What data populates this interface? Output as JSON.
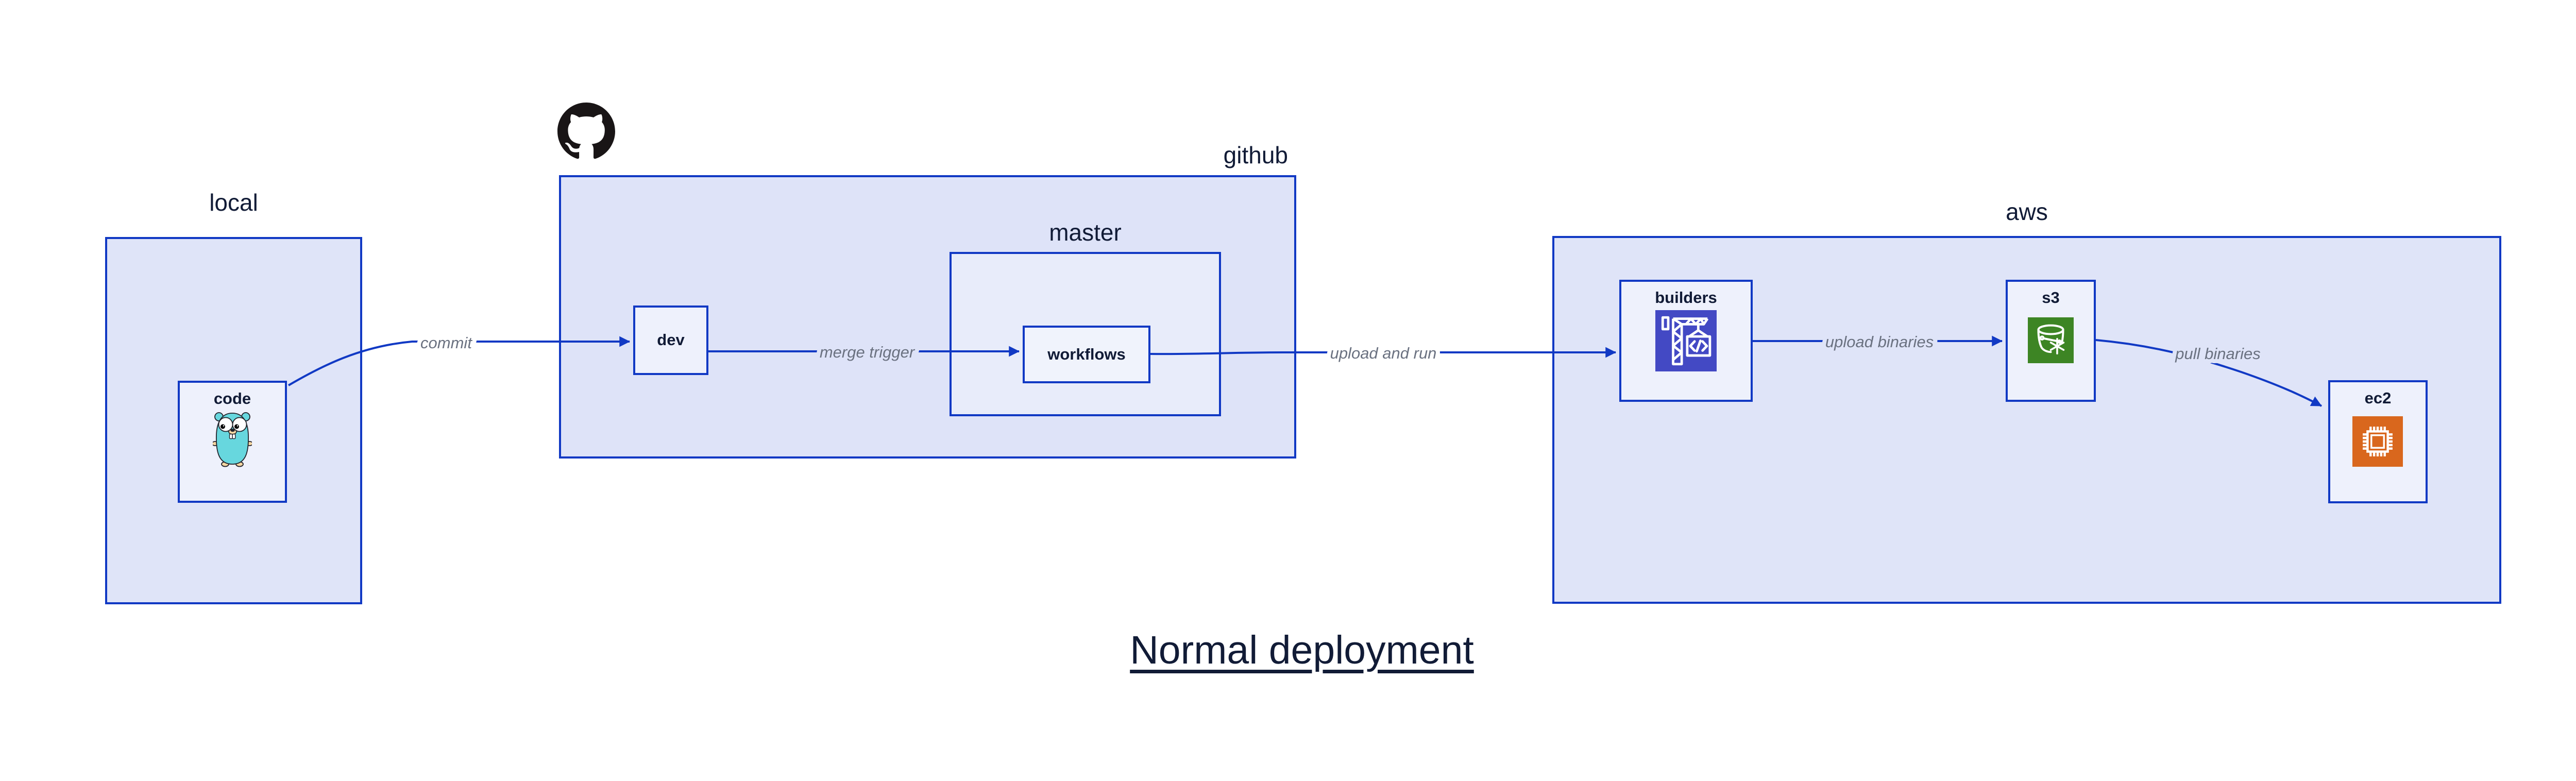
{
  "title": "Normal deployment",
  "groups": {
    "local": {
      "label": "local"
    },
    "github": {
      "label": "github",
      "icon": "github-octocat-logo"
    },
    "master": {
      "label": "master"
    },
    "aws": {
      "label": "aws"
    }
  },
  "nodes": {
    "code": {
      "label": "code",
      "icon": "go-gopher"
    },
    "dev": {
      "label": "dev"
    },
    "workflows": {
      "label": "workflows"
    },
    "builders": {
      "label": "builders",
      "icon": "aws-codebuild-crane"
    },
    "s3": {
      "label": "s3",
      "icon": "aws-s3-glacier-bucket"
    },
    "ec2": {
      "label": "ec2",
      "icon": "aws-ec2-chip"
    }
  },
  "edges": {
    "commit": {
      "label": "commit",
      "from": "code",
      "to": "dev"
    },
    "merge_trigger": {
      "label": "merge trigger",
      "from": "dev",
      "to": "workflows"
    },
    "upload_and_run": {
      "label": "upload and run",
      "from": "workflows",
      "to": "builders"
    },
    "upload_binaries": {
      "label": "upload binaries",
      "from": "builders",
      "to": "s3"
    },
    "pull_binaries": {
      "label": "pull binaries",
      "from": "s3",
      "to": "ec2"
    }
  },
  "colors": {
    "diagram_blue": "#1139c4",
    "outer_box_fill": "#dfe4f8",
    "master_box_fill": "#e8ecfa",
    "inner_box_fill": "#eef1fc",
    "label_navy": "#111b36",
    "edge_label_gray": "#6a7180",
    "github_logo_black": "#191516",
    "gopher_teal": "#67d7de",
    "codebuild_purple": "#4349c4",
    "s3_glacier_green": "#3d8524",
    "ec2_orange": "#d9671d"
  }
}
